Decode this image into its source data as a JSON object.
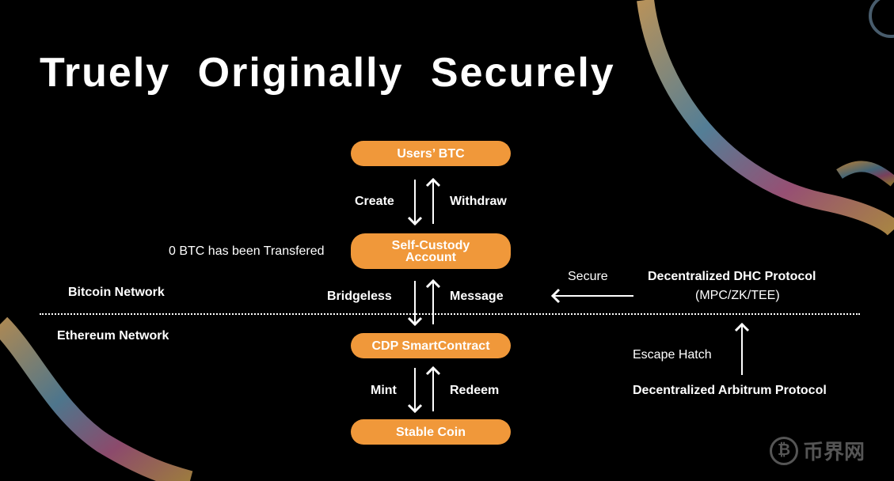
{
  "title": "Truely  Originally  Securely",
  "nodes": {
    "users_btc": "Users’ BTC",
    "self_custody_line1": "Self-Custody",
    "self_custody_line2": "Account",
    "cdp": "CDP SmartContract",
    "stable_coin": "Stable Coin"
  },
  "edges": {
    "create": "Create",
    "withdraw": "Withdraw",
    "bridgeless": "Bridgeless",
    "message": "Message",
    "mint": "Mint",
    "redeem": "Redeem"
  },
  "status_text": "0 BTC has been Transfered",
  "networks": {
    "bitcoin": "Bitcoin Network",
    "ethereum": "Ethereum  Network"
  },
  "right": {
    "secure": "Secure",
    "dhc": "Decentralized DHC Protocol",
    "dhc_sub": "(MPC/ZK/TEE)",
    "escape": "Escape Hatch",
    "arbitrum": "Decentralized Arbitrum Protocol"
  },
  "watermark": {
    "coin": "₿",
    "text": "币界网"
  },
  "colors": {
    "accent": "#f0983a",
    "background": "#000000"
  }
}
